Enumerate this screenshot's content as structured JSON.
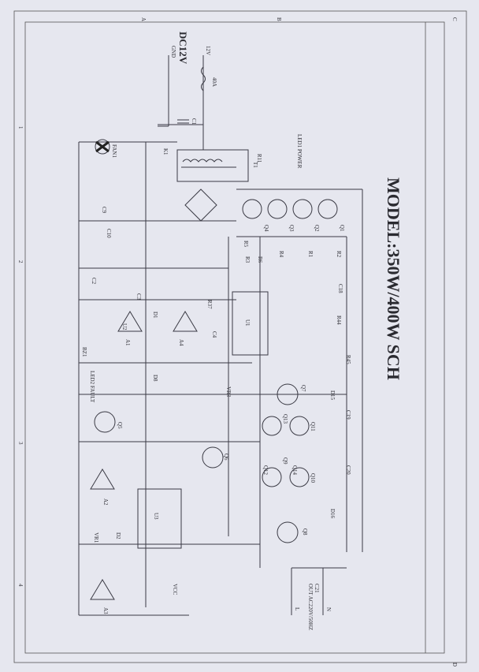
{
  "title": "MODEL:350W/400W SCH",
  "input": {
    "voltage": "DC12V",
    "pos_terminal": "12V",
    "neg_terminal": "GND",
    "fuse": "40A"
  },
  "output": {
    "label": "OUT AC220V/50HZ",
    "terminal_l": "L",
    "terminal_n": "N"
  },
  "border_letters": [
    "A",
    "B",
    "C",
    "D"
  ],
  "border_numbers": [
    "1",
    "2",
    "3",
    "4"
  ],
  "components": {
    "fan": "FAN1",
    "led1": "LED1 POWER",
    "led2": "LED2 FAULT",
    "switch": "K1",
    "transformer": "T1",
    "u1": "U1",
    "u2": "U2",
    "u3": "U3",
    "q1": "Q1",
    "q2": "Q2",
    "q3": "Q3",
    "q4": "Q4",
    "q5": "Q5",
    "q6": "Q6",
    "q7": "Q7",
    "q8": "Q8",
    "q9": "Q9",
    "q10": "Q10",
    "q11": "Q11",
    "q12": "Q12",
    "q13": "Q13",
    "q14": "Q14",
    "c1": "C1",
    "c2": "C2",
    "c3": "C3",
    "c4": "C4",
    "c9": "C9",
    "c10": "C10",
    "c18": "C18",
    "c19": "C19",
    "c20": "C20",
    "c21": "C21",
    "r1": "R1",
    "r2": "R2",
    "r3": "R3",
    "r4": "R4",
    "r5": "R5",
    "r6": "R6",
    "r11": "R11",
    "r37": "R37",
    "r44": "R44",
    "r45": "R45",
    "vr1": "VR1",
    "vr3": "VR3",
    "d1": "D1",
    "d8": "D8",
    "d15": "D15",
    "d16": "D16",
    "d2": "D2",
    "a1": "A1",
    "a2": "A2",
    "a3": "A3",
    "a4": "A4",
    "vcc": "VCC",
    "bz": "BZ1"
  }
}
